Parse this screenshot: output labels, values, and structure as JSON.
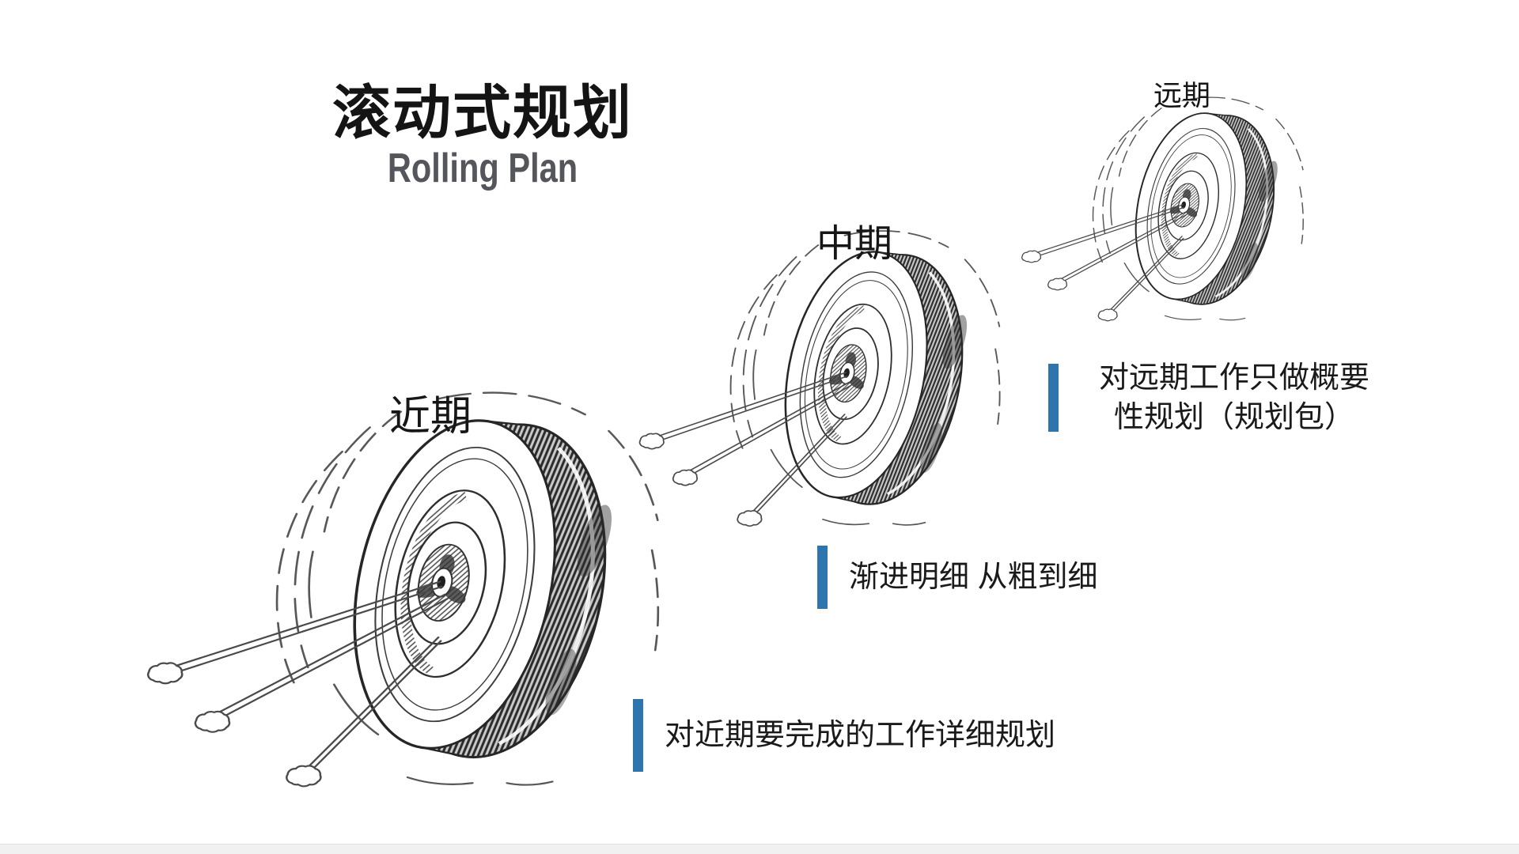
{
  "header": {
    "title": "滚动式规划",
    "subtitle": "Rolling Plan"
  },
  "wheels": [
    {
      "name": "near-term",
      "label": "近期"
    },
    {
      "name": "mid-term",
      "label": "中期"
    },
    {
      "name": "long-term",
      "label": "远期"
    }
  ],
  "callouts": [
    {
      "text": "对近期要完成的工作详细规划"
    },
    {
      "text": "渐进明细 从粗到细"
    },
    {
      "lines": [
        "对远期工作只做概要",
        "性规划（规划包）"
      ]
    }
  ],
  "colors": {
    "accent_bar": "#2E74AD",
    "title_text": "#141414",
    "subtitle_text": "#54565B",
    "body_text": "#1A1A1A",
    "footer_bar": "#F1F1F2"
  }
}
